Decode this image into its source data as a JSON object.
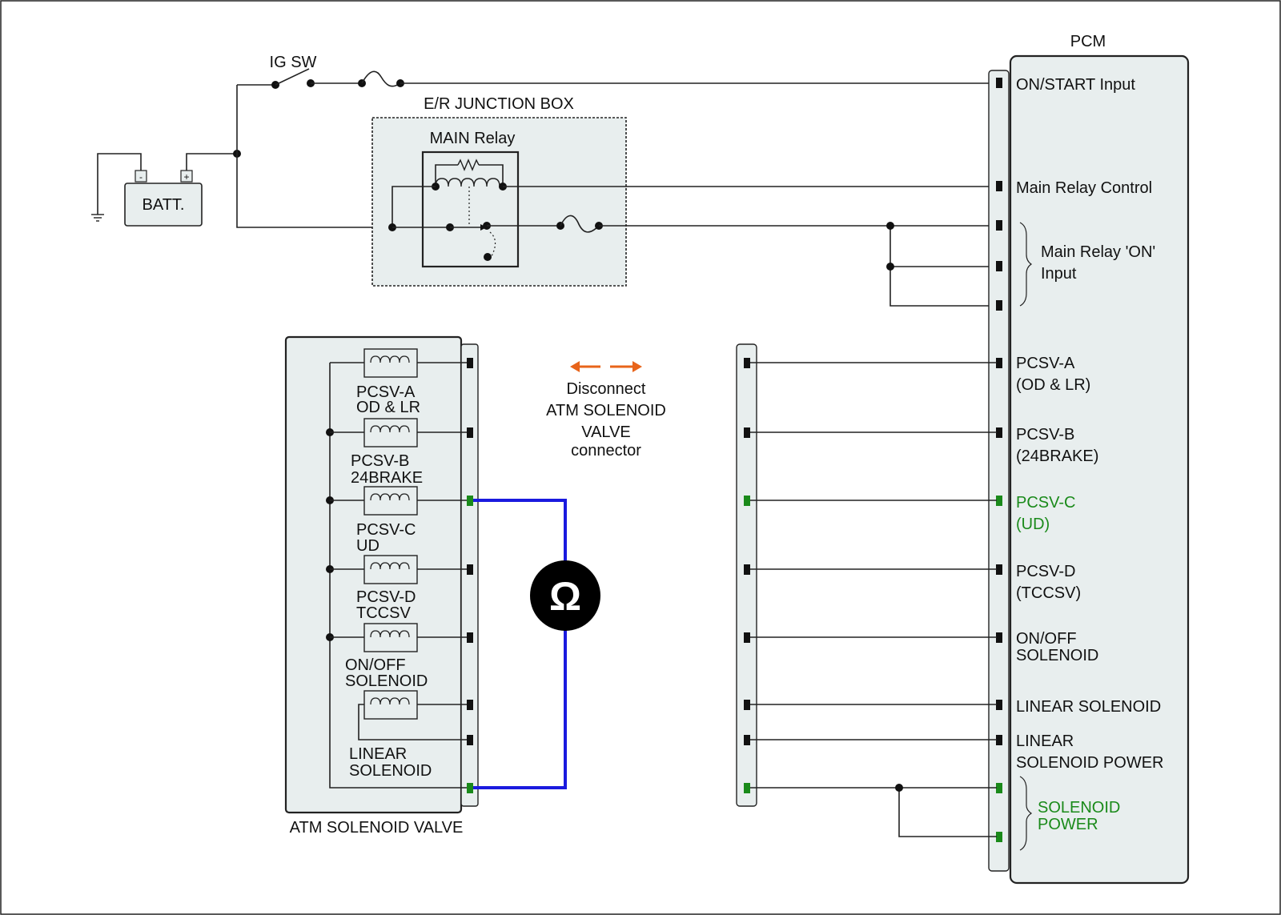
{
  "labels": {
    "ig_sw": "IG SW",
    "junction_box": "E/R JUNCTION BOX",
    "main_relay": "MAIN Relay",
    "battery": "BATT.",
    "battery_minus": "-",
    "battery_plus": "+",
    "pcm": "PCM",
    "atm_solenoid_valve": "ATM SOLENOID VALVE",
    "ohm_symbol": "Ω"
  },
  "instruction": {
    "line1": "Disconnect",
    "line2": "ATM SOLENOID",
    "line3": "VALVE",
    "line4": "connector"
  },
  "pcm_pins": {
    "on_start": "ON/START Input",
    "main_relay_control": "Main Relay Control",
    "main_relay_on_1": "Main Relay 'ON'",
    "main_relay_on_2": "Input",
    "pcsv_a_1": "PCSV-A",
    "pcsv_a_2": "(OD & LR)",
    "pcsv_b_1": "PCSV-B",
    "pcsv_b_2": "(24BRAKE)",
    "pcsv_c_1": "PCSV-C",
    "pcsv_c_2": "(UD)",
    "pcsv_d_1": "PCSV-D",
    "pcsv_d_2": "(TCCSV)",
    "onoff_1": "ON/OFF",
    "onoff_2": "SOLENOID",
    "linear": "LINEAR SOLENOID",
    "linear_power_1": "LINEAR",
    "linear_power_2": "SOLENOID POWER",
    "solenoid_power_1": "SOLENOID",
    "solenoid_power_2": "POWER"
  },
  "solenoids": {
    "pcsv_a_1": "PCSV-A",
    "pcsv_a_2": "OD & LR",
    "pcsv_b_1": "PCSV-B",
    "pcsv_b_2": "24BRAKE",
    "pcsv_c_1": "PCSV-C",
    "pcsv_c_2": "UD",
    "pcsv_d_1": "PCSV-D",
    "pcsv_d_2": "TCCSV",
    "onoff_1": "ON/OFF",
    "onoff_2": "SOLENOID",
    "linear_1": "LINEAR",
    "linear_2": "SOLENOID"
  },
  "colors": {
    "box_fill": "#e8eeee",
    "measure_wire": "#1a1adf",
    "highlight_pin": "#1a8a1a",
    "arrow": "#e8641a",
    "meter": "#000000"
  }
}
